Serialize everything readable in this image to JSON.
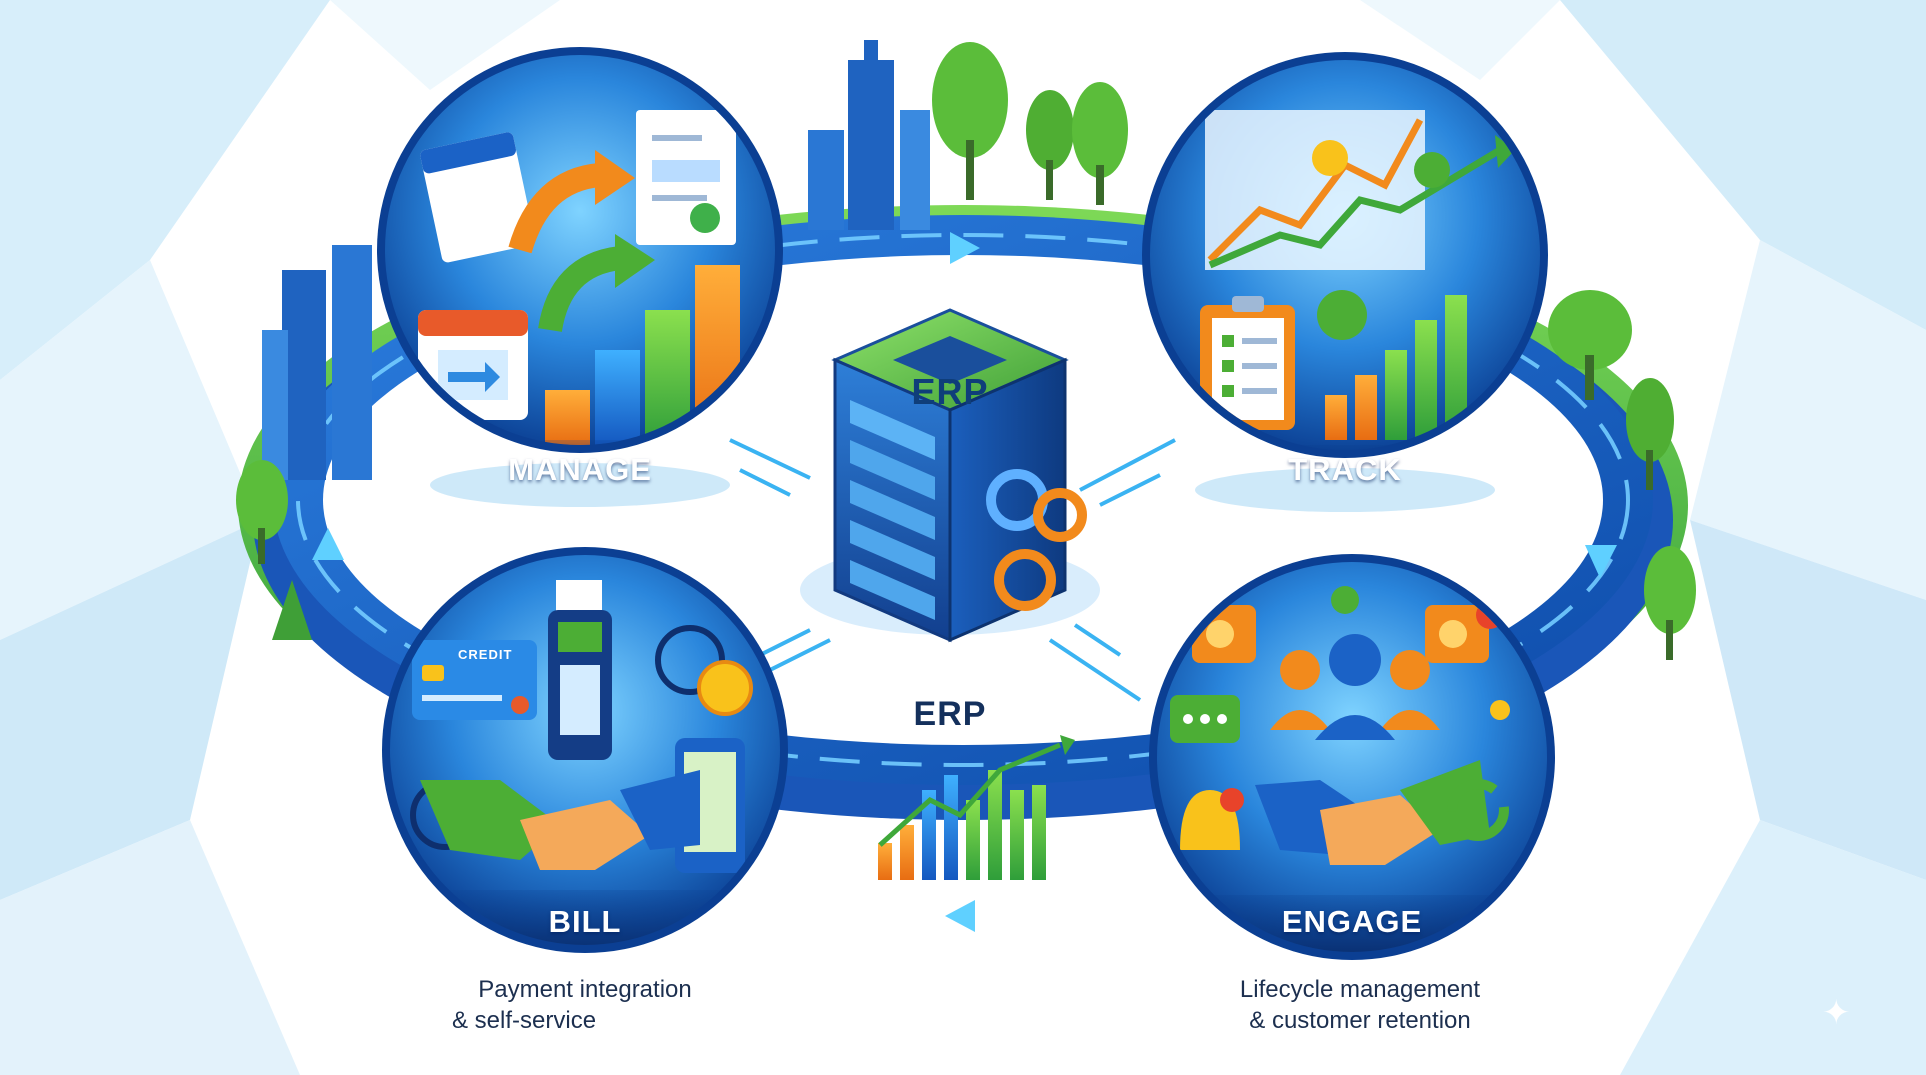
{
  "diagram": {
    "center": {
      "box_label": "ERP",
      "caption": "ERP"
    },
    "stages": [
      {
        "id": "manage",
        "label": "MANAGE",
        "icons": [
          "calendar-icon",
          "invoice-document-icon",
          "growth-arrow-icon",
          "bar-chart-icon"
        ]
      },
      {
        "id": "track",
        "label": "TRACK",
        "icons": [
          "line-chart-icon",
          "dollar-coin-icon",
          "clipboard-checklist-icon",
          "bar-chart-icon"
        ]
      },
      {
        "id": "bill",
        "label": "BILL",
        "caption_line1": "Payment integration",
        "caption_line2": "& self-service",
        "card_text": "CREDIT",
        "icons": [
          "credit-card-icon",
          "payment-terminal-icon",
          "globe-icon",
          "dollar-coin-icon",
          "smartphone-icon",
          "handshake-icon"
        ]
      },
      {
        "id": "engage",
        "label": "ENGAGE",
        "caption_line1": "Lifecycle management",
        "caption_line2": "& customer retention",
        "icons": [
          "notification-bell-icon",
          "chat-bubble-icon",
          "customer-group-icon",
          "handshake-icon",
          "refresh-cycle-icon"
        ]
      }
    ]
  },
  "colors": {
    "ring_blue": "#1d63c9",
    "ring_light": "#5fc4ff",
    "circle_dark": "#0f4fa8",
    "green": "#4cae35",
    "orange": "#f28a1c",
    "yellow": "#f9c21b"
  }
}
